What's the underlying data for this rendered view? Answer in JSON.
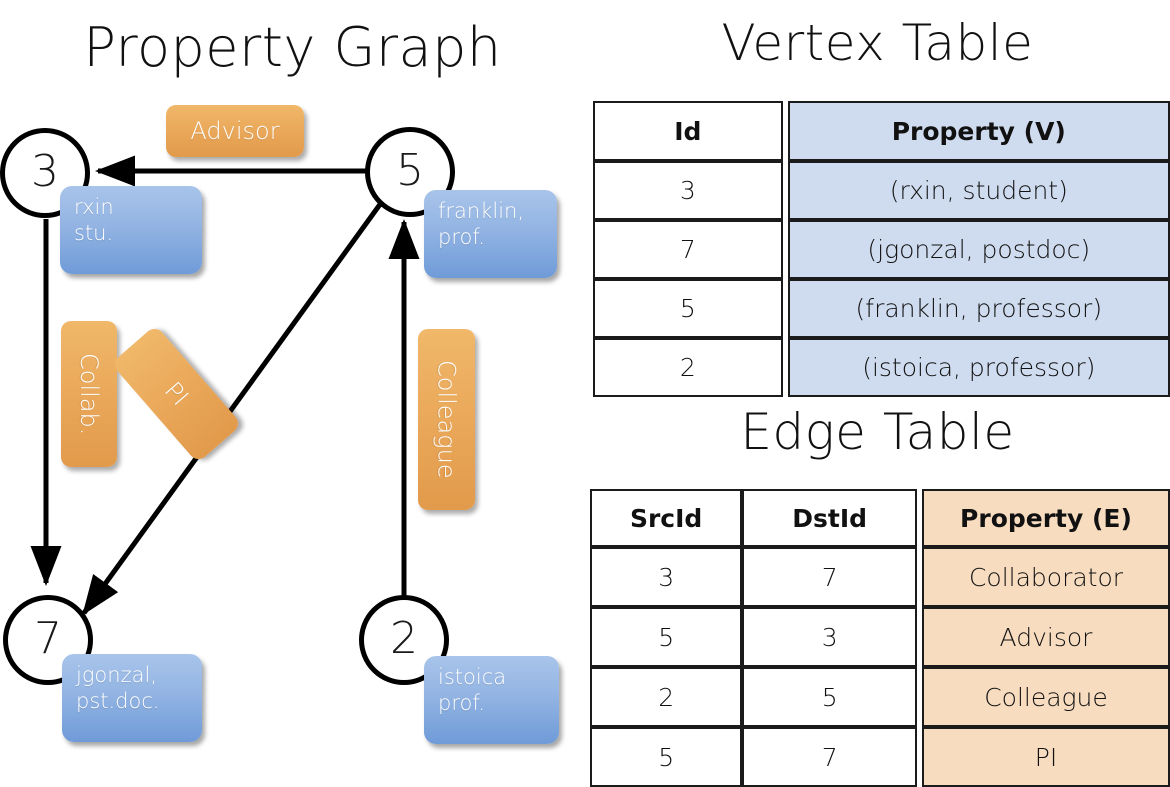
{
  "graph": {
    "title": "Property Graph",
    "nodes": [
      {
        "id": "3",
        "prop_lines": [
          "rxin",
          "stu."
        ]
      },
      {
        "id": "5",
        "prop_lines": [
          "franklin,",
          "prof."
        ]
      },
      {
        "id": "7",
        "prop_lines": [
          "jgonzal,",
          "pst.doc."
        ]
      },
      {
        "id": "2",
        "prop_lines": [
          "istoica",
          "prof."
        ]
      }
    ],
    "edge_labels": [
      {
        "name": "advisor",
        "text": "Advisor"
      },
      {
        "name": "collab",
        "text": "Collab."
      },
      {
        "name": "pi",
        "text": "PI"
      },
      {
        "name": "colleague",
        "text": "Colleague"
      }
    ],
    "edges": [
      {
        "from": "5",
        "to": "3",
        "label": "Advisor"
      },
      {
        "from": "3",
        "to": "7",
        "label": "Collab."
      },
      {
        "from": "5",
        "to": "7",
        "label": "PI"
      },
      {
        "from": "2",
        "to": "5",
        "label": "Colleague"
      }
    ]
  },
  "vertex_table": {
    "title": "Vertex Table",
    "headers": [
      "Id",
      "Property (V)"
    ],
    "rows": [
      [
        "3",
        "(rxin, student)"
      ],
      [
        "7",
        "(jgonzal, postdoc)"
      ],
      [
        "5",
        "(franklin, professor)"
      ],
      [
        "2",
        "(istoica, professor)"
      ]
    ]
  },
  "edge_table": {
    "title": "Edge Table",
    "headers": [
      "SrcId",
      "DstId",
      "Property (E)"
    ],
    "rows": [
      [
        "3",
        "7",
        "Collaborator"
      ],
      [
        "5",
        "3",
        "Advisor"
      ],
      [
        "2",
        "5",
        "Colleague"
      ],
      [
        "5",
        "7",
        "PI"
      ]
    ]
  },
  "colors": {
    "vertex_property_fill": "#cfdcef",
    "edge_property_fill": "#f7dcc0",
    "node_box_blue": "#93b4e3",
    "edge_label_orange": "#eaa85a",
    "stroke": "#1b1b1b",
    "background": "#ffffff"
  }
}
